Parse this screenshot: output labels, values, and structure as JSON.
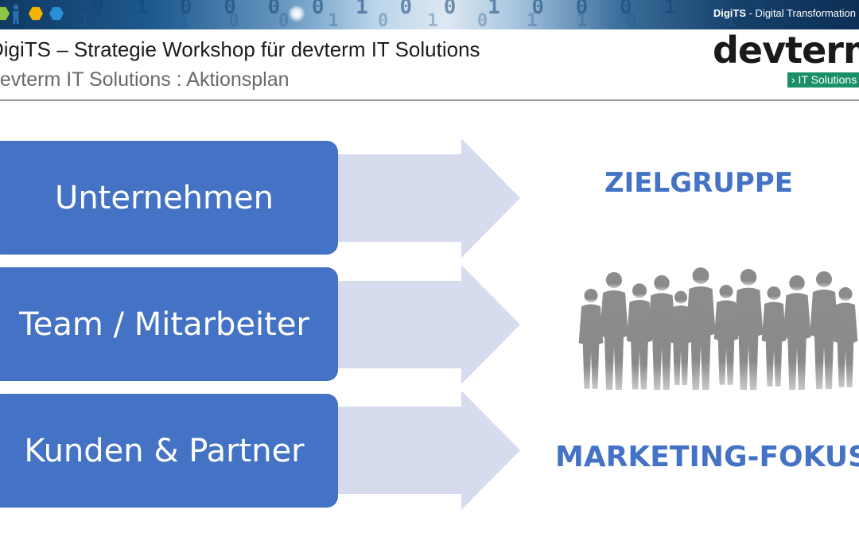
{
  "banner": {
    "brand_name": "DigiTS",
    "brand_tagline": " - Digital Transformation",
    "digits_top": "0 0 1 0 0 0 0 1 0 0 1 0 0 0 1 1 0",
    "digits_bottom": "1 0 1 0 0 1 0 1 0 1 1 0 0 1"
  },
  "header": {
    "title": "DigiTS – Strategie Workshop für devterm IT Solutions",
    "subtitle": "devterm IT Solutions : Aktionsplan"
  },
  "logo": {
    "word": "devterm",
    "tag": "› IT Solutions"
  },
  "boxes": [
    {
      "label": "Unternehmen"
    },
    {
      "label": "Team / Mitarbeiter"
    },
    {
      "label": "Kunden & Partner"
    }
  ],
  "right": {
    "heading_top": "ZIELGRUPPE",
    "heading_bottom": "MARKETING-FOKUS"
  },
  "colors": {
    "box_blue": "#4472c4",
    "arrow_fill": "#d6dbee",
    "heading_blue": "#4472c4",
    "logo_green": "#1b8f6a",
    "silhouette_gray": "#8a8a8a"
  },
  "icons": [
    "hexagon-green-icon",
    "person-icon",
    "hexagon-yellow-icon",
    "hexagon-blue-icon",
    "people-crowd-icon"
  ]
}
